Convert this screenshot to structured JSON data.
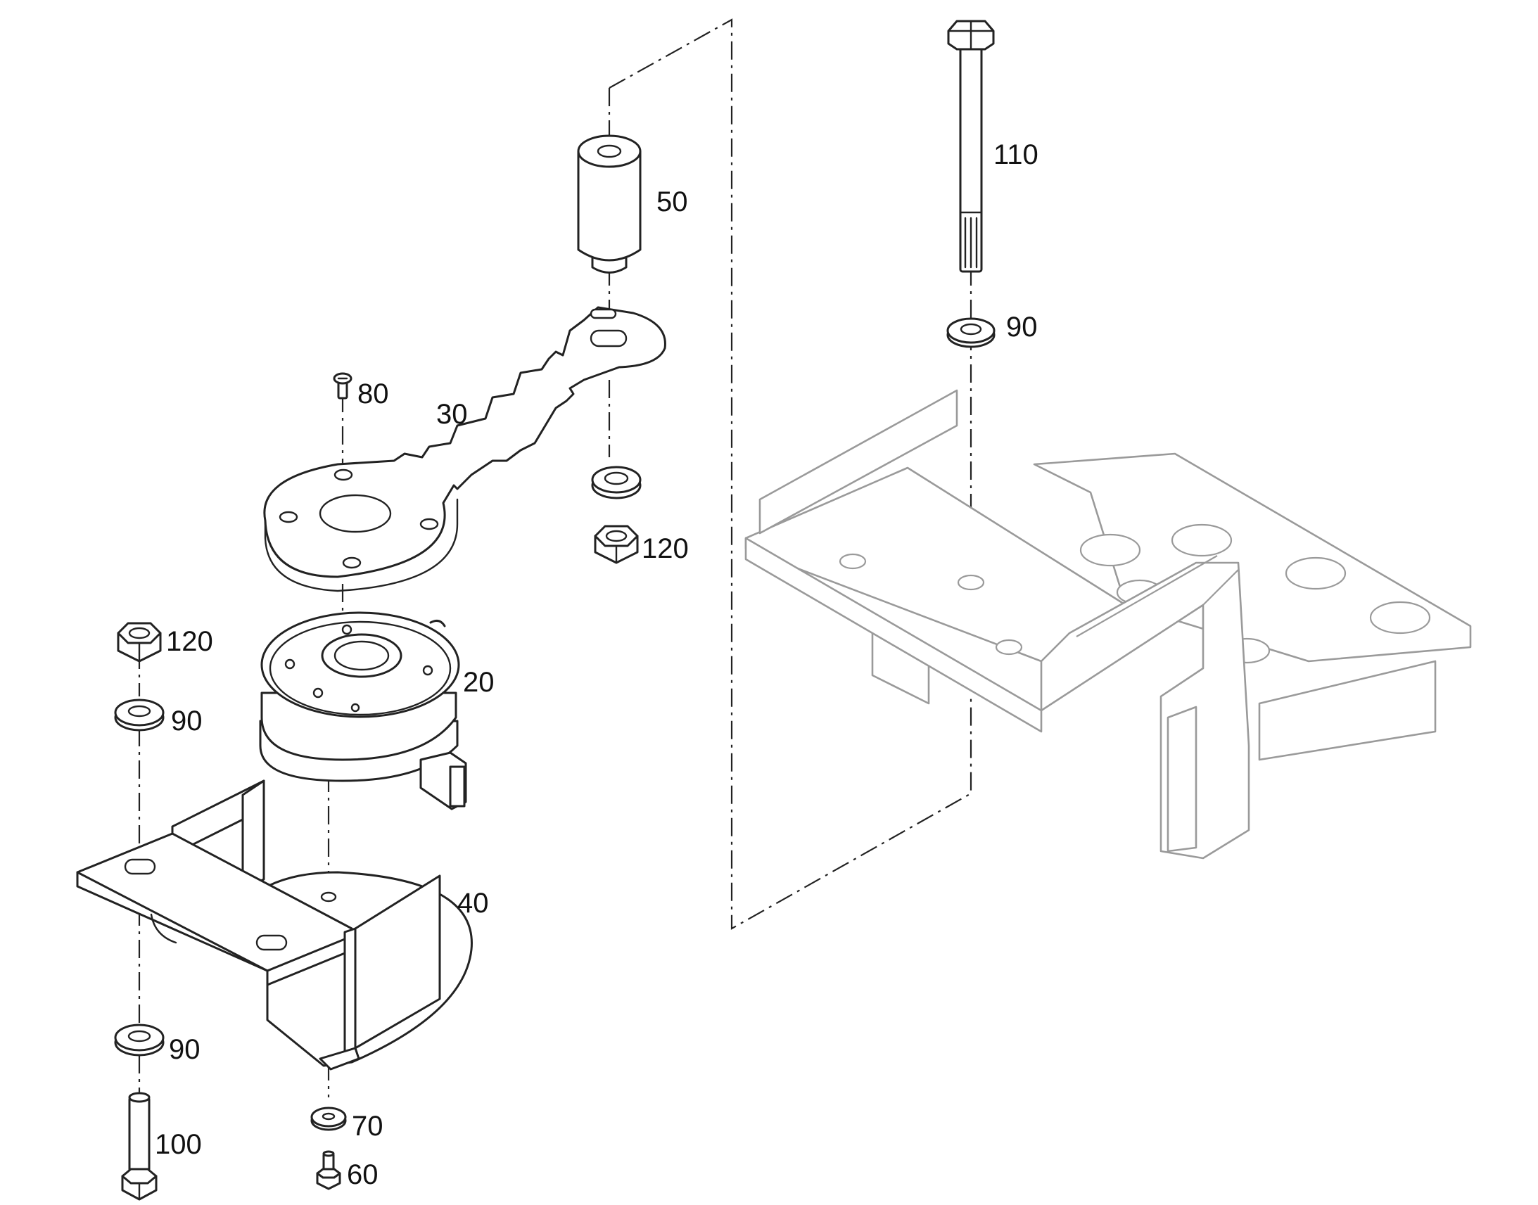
{
  "callouts": {
    "c110": "110",
    "c50": "50",
    "c90_top": "90",
    "c80": "80",
    "c30": "30",
    "c120_top": "120",
    "c120_left": "120",
    "c20": "20",
    "c90_mid": "90",
    "c40": "40",
    "c90_low": "90",
    "c70": "70",
    "c100": "100",
    "c60": "60"
  }
}
